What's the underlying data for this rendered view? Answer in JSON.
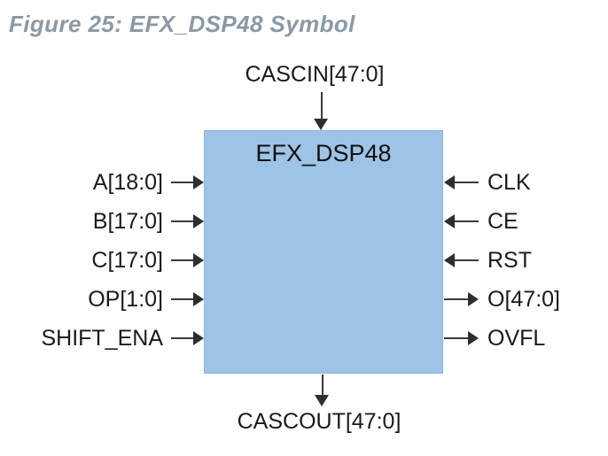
{
  "figure_title": "Figure 25: EFX_DSP48 Symbol",
  "block": {
    "name": "EFX_DSP48"
  },
  "ports": {
    "top": {
      "label": "CASCIN[47:0]",
      "direction": "input"
    },
    "bottom": {
      "label": "CASCOUT[47:0]",
      "direction": "output"
    },
    "left": [
      {
        "label": "A[18:0]",
        "direction": "input"
      },
      {
        "label": "B[17:0]",
        "direction": "input"
      },
      {
        "label": "C[17:0]",
        "direction": "input"
      },
      {
        "label": "OP[1:0]",
        "direction": "input"
      },
      {
        "label": "SHIFT_ENA",
        "direction": "input"
      }
    ],
    "right": [
      {
        "label": "CLK",
        "direction": "input"
      },
      {
        "label": "CE",
        "direction": "input"
      },
      {
        "label": "RST",
        "direction": "input"
      },
      {
        "label": "O[47:0]",
        "direction": "output"
      },
      {
        "label": "OVFL",
        "direction": "output"
      }
    ]
  },
  "colors": {
    "block_fill": "#9DC3E6",
    "block_border": "#8FB4DC",
    "title_text": "#8B99A5",
    "port_text": "#1A1A1A",
    "arrow": "#2E2E2E",
    "background": "#FFFFFF"
  }
}
